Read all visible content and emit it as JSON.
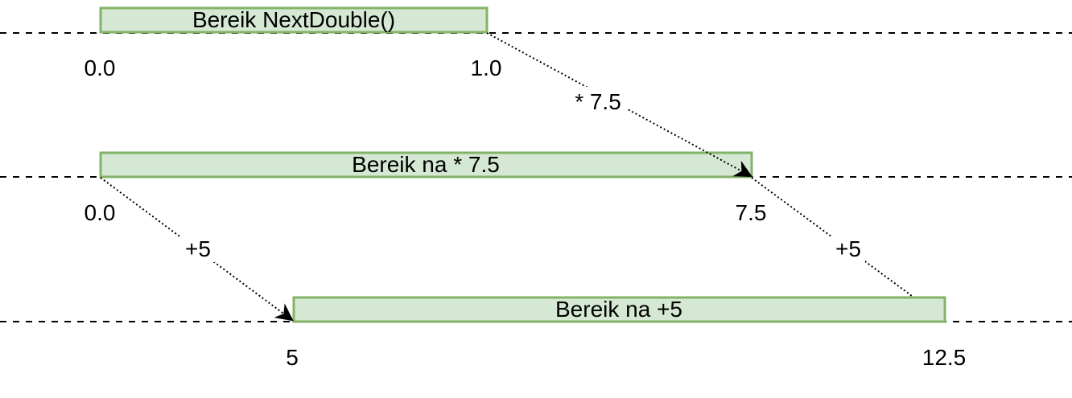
{
  "colors": {
    "box_fill": "#d5e8d4",
    "box_stroke": "#82b366",
    "line": "#000000"
  },
  "boxes": {
    "nextdouble": "Bereik NextDouble()",
    "scaled": "Bereik na * 7.5",
    "shifted": "Bereik na +5"
  },
  "ticks": {
    "row1_start": "0.0",
    "row1_end": "1.0",
    "row2_start": "0.0",
    "row2_end": "7.5",
    "row3_start": "5",
    "row3_end": "12.5"
  },
  "edges": {
    "multiply": "* 7.5",
    "add_left": "+5",
    "add_right": "+5"
  }
}
